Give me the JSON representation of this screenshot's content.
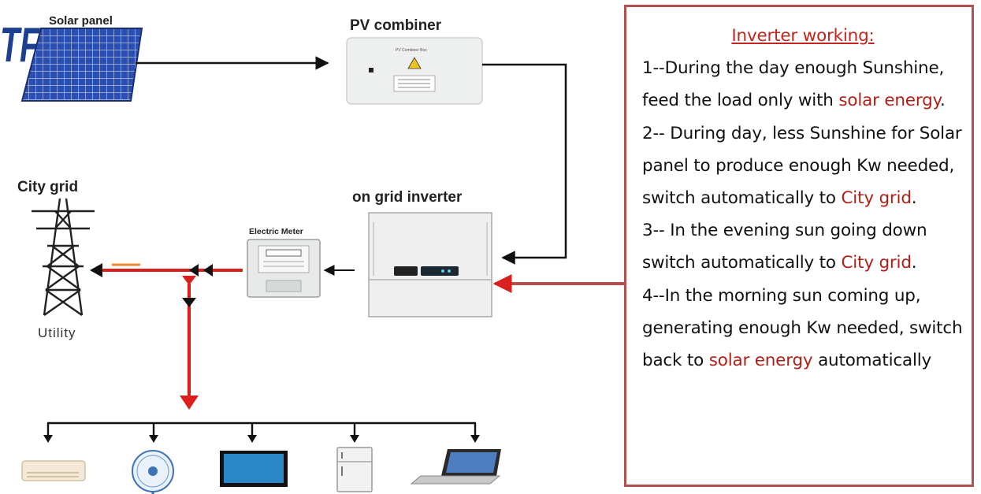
{
  "brand": {
    "logo_text": "TF"
  },
  "components": {
    "solar_panel": "Solar panel",
    "pv_combiner": "PV combiner",
    "pv_combiner_box_label": "PV Combiner Box",
    "inverter": "on grid inverter",
    "meter": "Electric Meter",
    "city_grid": "City grid",
    "utility": "Utility"
  },
  "loads": [
    "air-conditioner",
    "fan",
    "television",
    "refrigerator",
    "laptop"
  ],
  "info": {
    "title": "Inverter working:",
    "steps": [
      {
        "before": "1--During the day enough Sunshine, feed the load only with ",
        "highlight": "solar energy",
        "after": "."
      },
      {
        "before": "2-- During day, less Sunshine for Solar panel to produce enough Kw needed, switch automatically to ",
        "highlight": "City grid",
        "after": "."
      },
      {
        "before": "3-- In the evening sun going down switch automatically to ",
        "highlight": "City grid",
        "after": "."
      },
      {
        "before": "4--In the morning sun coming up, generating enough Kw needed, switch back to ",
        "highlight": "solar energy",
        "after": " automatically"
      }
    ]
  },
  "colors": {
    "flow_red": "#d9201d",
    "flow_black": "#111111",
    "highlight": "#b01f17",
    "border": "#b5504e",
    "panel_blue": "#1f3f9b",
    "logo_blue": "#1d3f8f"
  }
}
